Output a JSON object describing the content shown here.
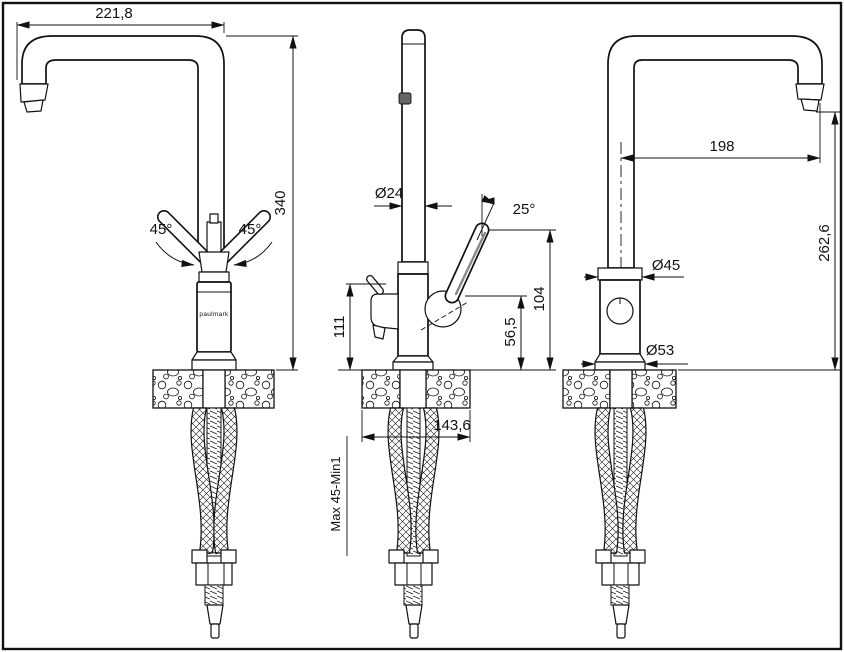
{
  "brand_label": "paulmark",
  "views": {
    "left": {
      "width": "221,8",
      "height": "340",
      "angle_left": "45°",
      "angle_right": "45°"
    },
    "front": {
      "spout_diameter": "Ø24",
      "handle_angle": "25°",
      "handle_height": "104",
      "outlet_height": "56,5",
      "side_height": "111",
      "base_span": "143,6",
      "mounting_range": "Max 45-Min1"
    },
    "right": {
      "reach": "198",
      "height": "262,6",
      "body_diameter": "Ø45",
      "base_diameter": "Ø53"
    }
  },
  "colors": {
    "line": "#111111",
    "background": "#ffffff"
  }
}
